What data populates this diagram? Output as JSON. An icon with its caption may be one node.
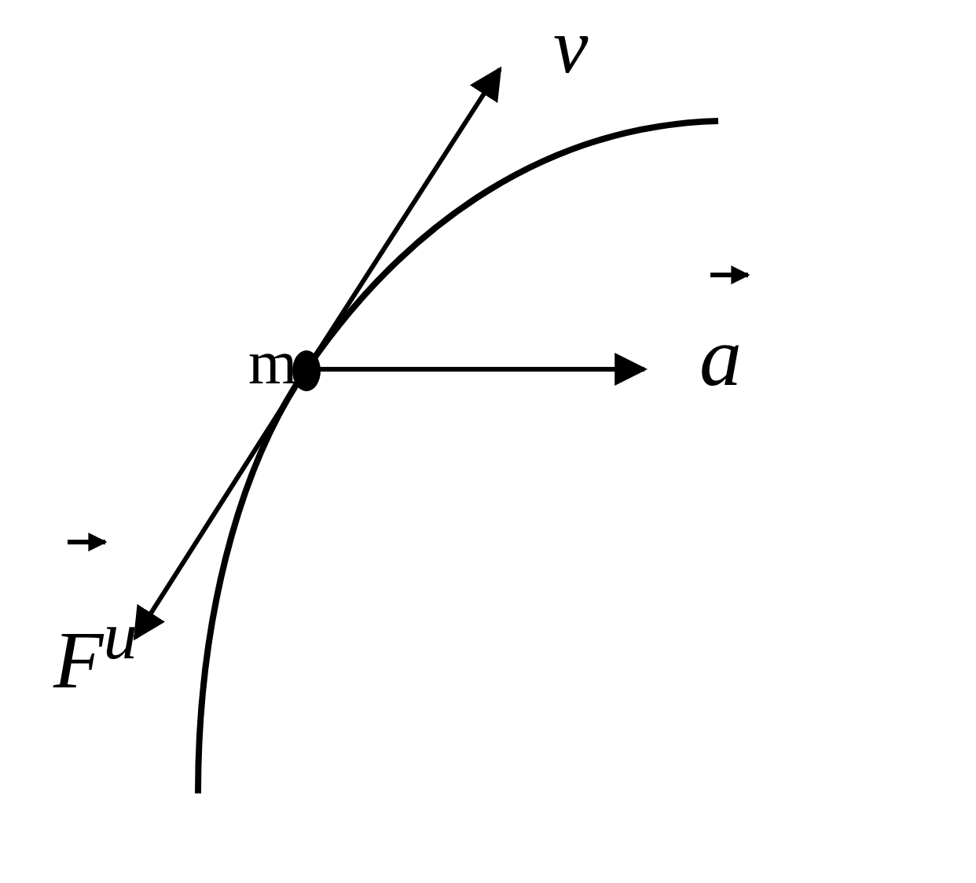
{
  "diagram": {
    "labels": [
      "ν",
      "m",
      "a",
      "F$^{и}$"
    ]
  }
}
